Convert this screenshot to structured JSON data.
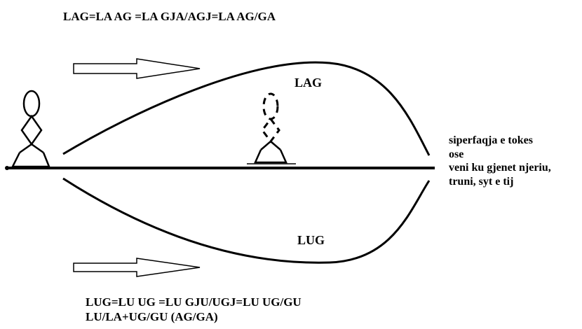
{
  "formulas": {
    "top": "LAG=LA AG =LA GJA/AGJ=LA AG/GA",
    "bottom_1": "LUG=LU UG =LU GJU/UGJ=LU UG/GU",
    "bottom_2": "LU/LA+UG/GU (AG/GA)"
  },
  "arc_labels": {
    "upper": "LAG",
    "lower": "LUG"
  },
  "surface_note": {
    "line1": "siperfaqja e tokes",
    "line2": "ose",
    "line3": "veni ku gjenet njeriu,",
    "line4": "truni, syt e tij"
  },
  "icons": {
    "standing_figure": "stick-figure-icon",
    "dashed_figure": "dashed-stick-figure-icon",
    "arrow": "outline-arrow-icon"
  },
  "colors": {
    "ink": "#000000",
    "background": "#ffffff"
  }
}
